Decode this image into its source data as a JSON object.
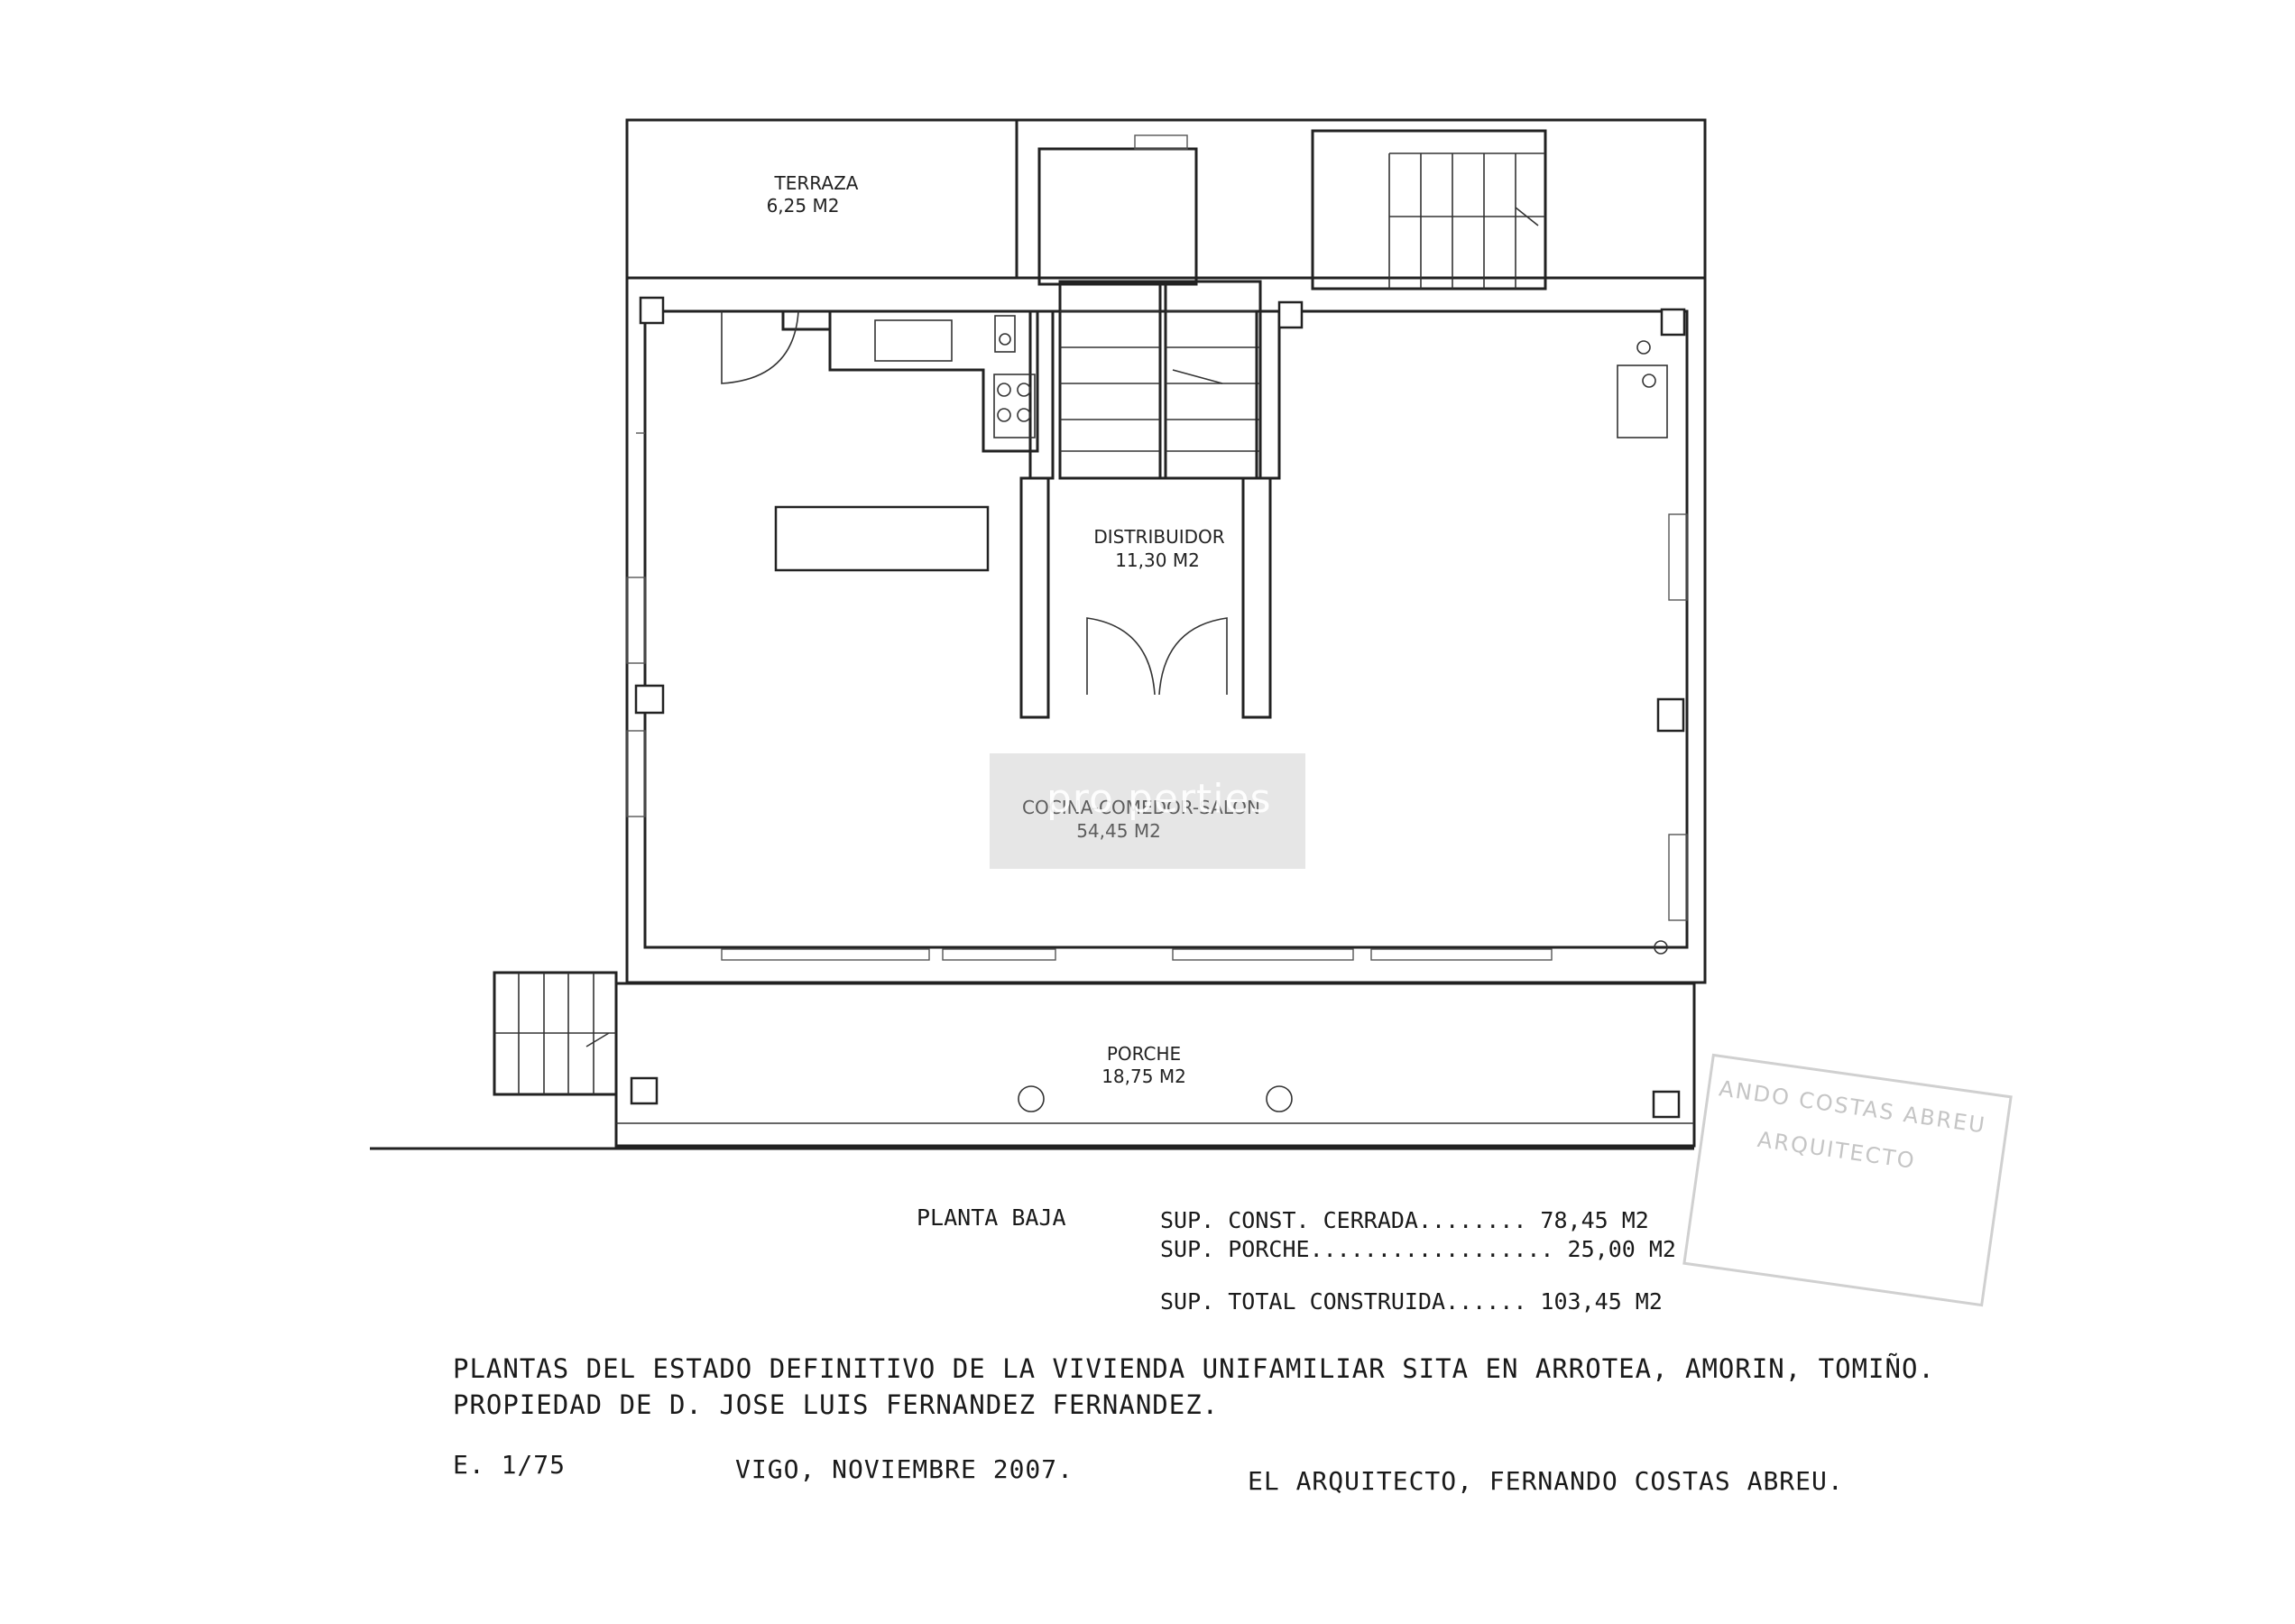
{
  "rooms": {
    "terraza": {
      "name": "TERRAZA",
      "area": "6,25 M2"
    },
    "distribuidor": {
      "name": "DISTRIBUIDOR",
      "area": "11,30 M2"
    },
    "salon": {
      "name": "COCINA-COMEDOR-SALON",
      "area": "54,45 M2"
    },
    "porche": {
      "name": "PORCHE",
      "area": "18,75 M2"
    }
  },
  "watermark": {
    "text": "pro perties"
  },
  "summary": {
    "floor": "PLANTA BAJA",
    "line1": "SUP. CONST. CERRADA........ 78,45 M2",
    "line2": "SUP. PORCHE.................. 25,00 M2",
    "line3": "SUP. TOTAL CONSTRUIDA...... 103,45 M2"
  },
  "title": {
    "line1": "PLANTAS DEL ESTADO DEFINITIVO DE LA VIVIENDA UNIFAMILIAR SITA EN ARROTEA, AMORIN, TOMIÑO.",
    "line2": "PROPIEDAD DE D. JOSE LUIS FERNANDEZ FERNANDEZ."
  },
  "footer": {
    "scale": "E. 1/75",
    "date": "VIGO, NOVIEMBRE 2007.",
    "architect": "EL ARQUITECTO, FERNANDO COSTAS ABREU."
  },
  "stamp": {
    "line1": "ANDO COSTAS ABREU",
    "line2": "ARQUITECTO"
  }
}
